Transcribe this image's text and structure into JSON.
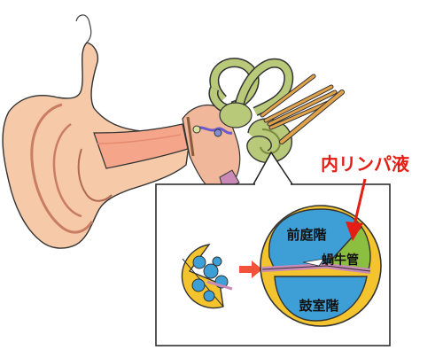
{
  "diagram": {
    "callout_label": "内リンパ液",
    "labels": {
      "scala_vestibuli": "前庭階",
      "cochlear_duct": "蝸牛管",
      "scala_tympani": "鼓室階"
    },
    "colors": {
      "skin": "#f6c9a8",
      "canal": "#f4a58a",
      "inner_ear": "#b9c97a",
      "cochlea_yellow": "#f3c42e",
      "scala_blue": "#3d9fd6",
      "duct_green": "#8cbf3f",
      "membrane_pink": "#c98ab8",
      "callout_red": "#e41e14",
      "arrow_red": "#f0533a"
    }
  }
}
